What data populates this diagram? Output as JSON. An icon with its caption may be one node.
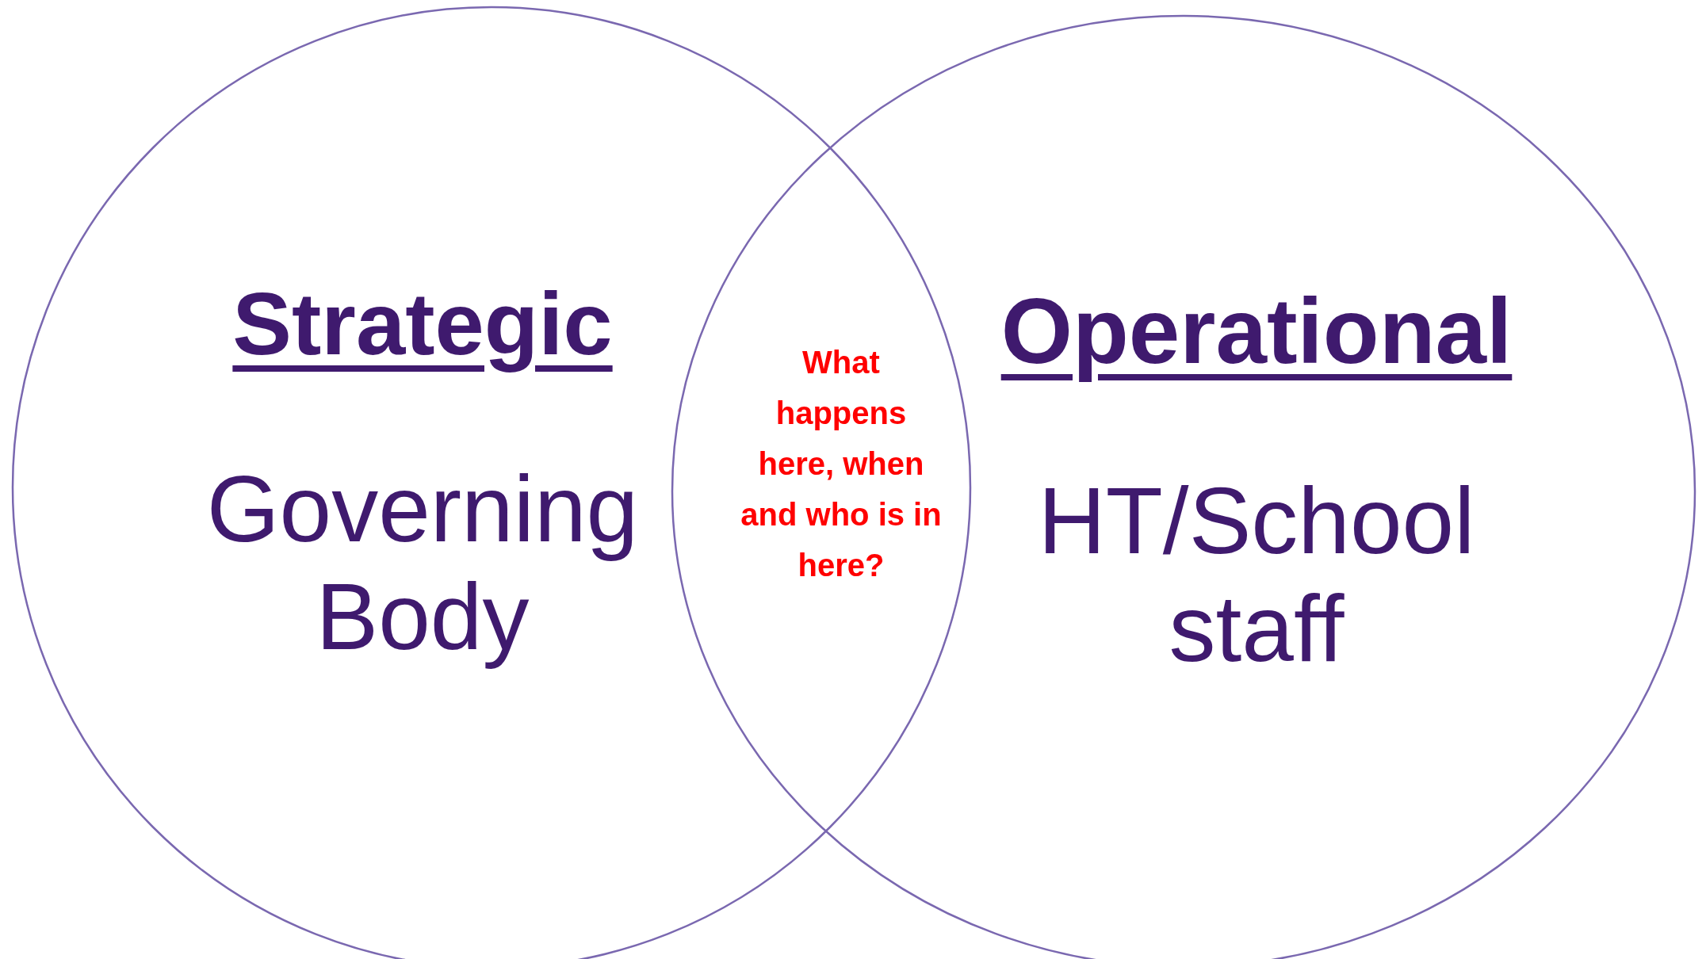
{
  "diagram": {
    "nodes": [
      {
        "text": [
          "Strategic",
          "Governing Body"
        ]
      },
      {
        "text": [
          "Operational",
          "HT/School staff"
        ]
      }
    ],
    "labels": [
      "What happens here, when and who is in here?"
    ]
  }
}
